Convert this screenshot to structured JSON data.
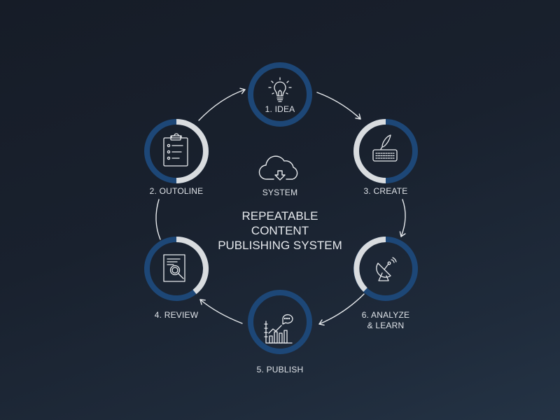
{
  "diagram": {
    "title_lines": [
      "REPEATABLE",
      "CONTENT",
      "PUBLISHING SYSTEM"
    ],
    "center": {
      "label": "SYSTEM",
      "icon": "cloud-download-icon"
    },
    "colors": {
      "background": "#19212e",
      "ring_blue": "#1d4777",
      "ring_light": "#d9dcdf",
      "stroke": "#e8ebee",
      "text": "#dfe3e8"
    },
    "steps": [
      {
        "id": 1,
        "label": "1. IDEA",
        "icon": "lightbulb-icon",
        "progress": 0
      },
      {
        "id": 2,
        "label": "2. OUTOLINE",
        "icon": "clipboard-checklist-icon",
        "progress": 0.5
      },
      {
        "id": 3,
        "label": "3. CREATE",
        "icon": "quill-keyboard-icon",
        "progress": 0.5
      },
      {
        "id": 4,
        "label": "4. REVIEW",
        "icon": "document-magnifier-icon",
        "progress": 0.4
      },
      {
        "id": 5,
        "label": "5. PUBLISH",
        "icon": "chart-chat-icon",
        "progress": 0
      },
      {
        "id": 6,
        "label_lines": [
          "6. ANALYZE",
          "& LEARN"
        ],
        "icon": "satellite-dish-icon",
        "progress": 0.5
      }
    ],
    "flow": [
      "2. OUTOLINE → 1. IDEA",
      "1. IDEA → 3. CREATE",
      "3. CREATE → 6. ANALYZE & LEARN",
      "6. ANALYZE & LEARN → 5. PUBLISH",
      "5. PUBLISH → 4. REVIEW",
      "4. REVIEW → 2. OUTOLINE"
    ]
  }
}
